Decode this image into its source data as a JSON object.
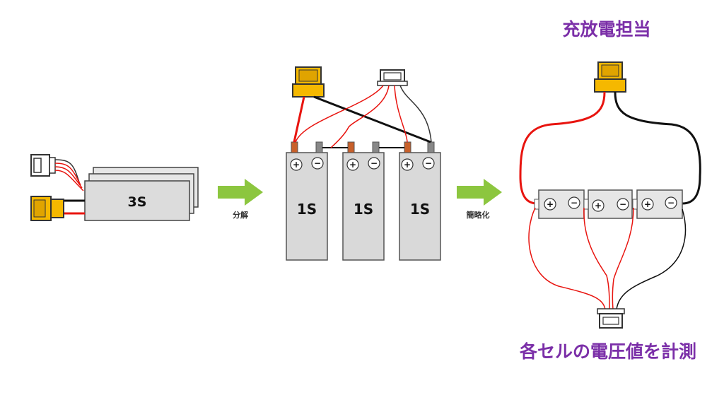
{
  "pack_label": "3S",
  "cells": [
    {
      "label": "1S"
    },
    {
      "label": "1S"
    },
    {
      "label": "1S"
    }
  ],
  "arrows": [
    {
      "label": "分解"
    },
    {
      "label": "簡略化"
    }
  ],
  "right_panel": {
    "top_label": "充放電担当",
    "bottom_label": "各セルの電圧値を計測"
  },
  "terminal_signs": {
    "plus": "+",
    "minus": "−"
  },
  "colors": {
    "cell_fill": "#d9d9d9",
    "cell_stroke": "#555555",
    "connector_yellow": "#f5b800",
    "connector_stroke": "#333333",
    "wire_red": "#e8140f",
    "wire_black": "#111111",
    "arrow_green": "#8cc63f",
    "tab_copper": "#c8602a",
    "tab_gray": "#888888",
    "accent_purple": "#7b2fa8"
  }
}
